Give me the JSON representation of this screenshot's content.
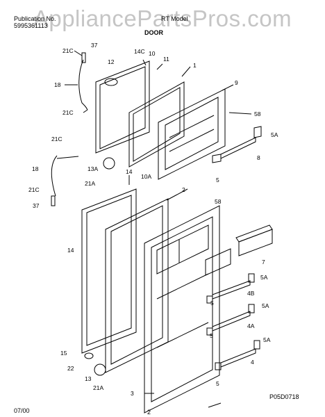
{
  "header": {
    "pub_label": "Publication No.",
    "pub_number": "5995361113",
    "model_label": "RT Model",
    "section": "DOOR"
  },
  "watermark": "AppliancePartsPros.com",
  "footer": {
    "date": "07/00",
    "page": "2",
    "code": "P05D0718"
  },
  "callouts": [
    "37",
    "21C",
    "18",
    "21C",
    "12",
    "14C",
    "10",
    "11",
    "1",
    "9",
    "58",
    "5A",
    "8",
    "5",
    "21C",
    "18",
    "21C",
    "37",
    "13A",
    "21A",
    "14",
    "10A",
    "2",
    "58",
    "14",
    "7",
    "5A",
    "4B",
    "5",
    "5A",
    "4A",
    "5",
    "5A",
    "4",
    "5",
    "15",
    "22",
    "13",
    "21A",
    "3"
  ]
}
